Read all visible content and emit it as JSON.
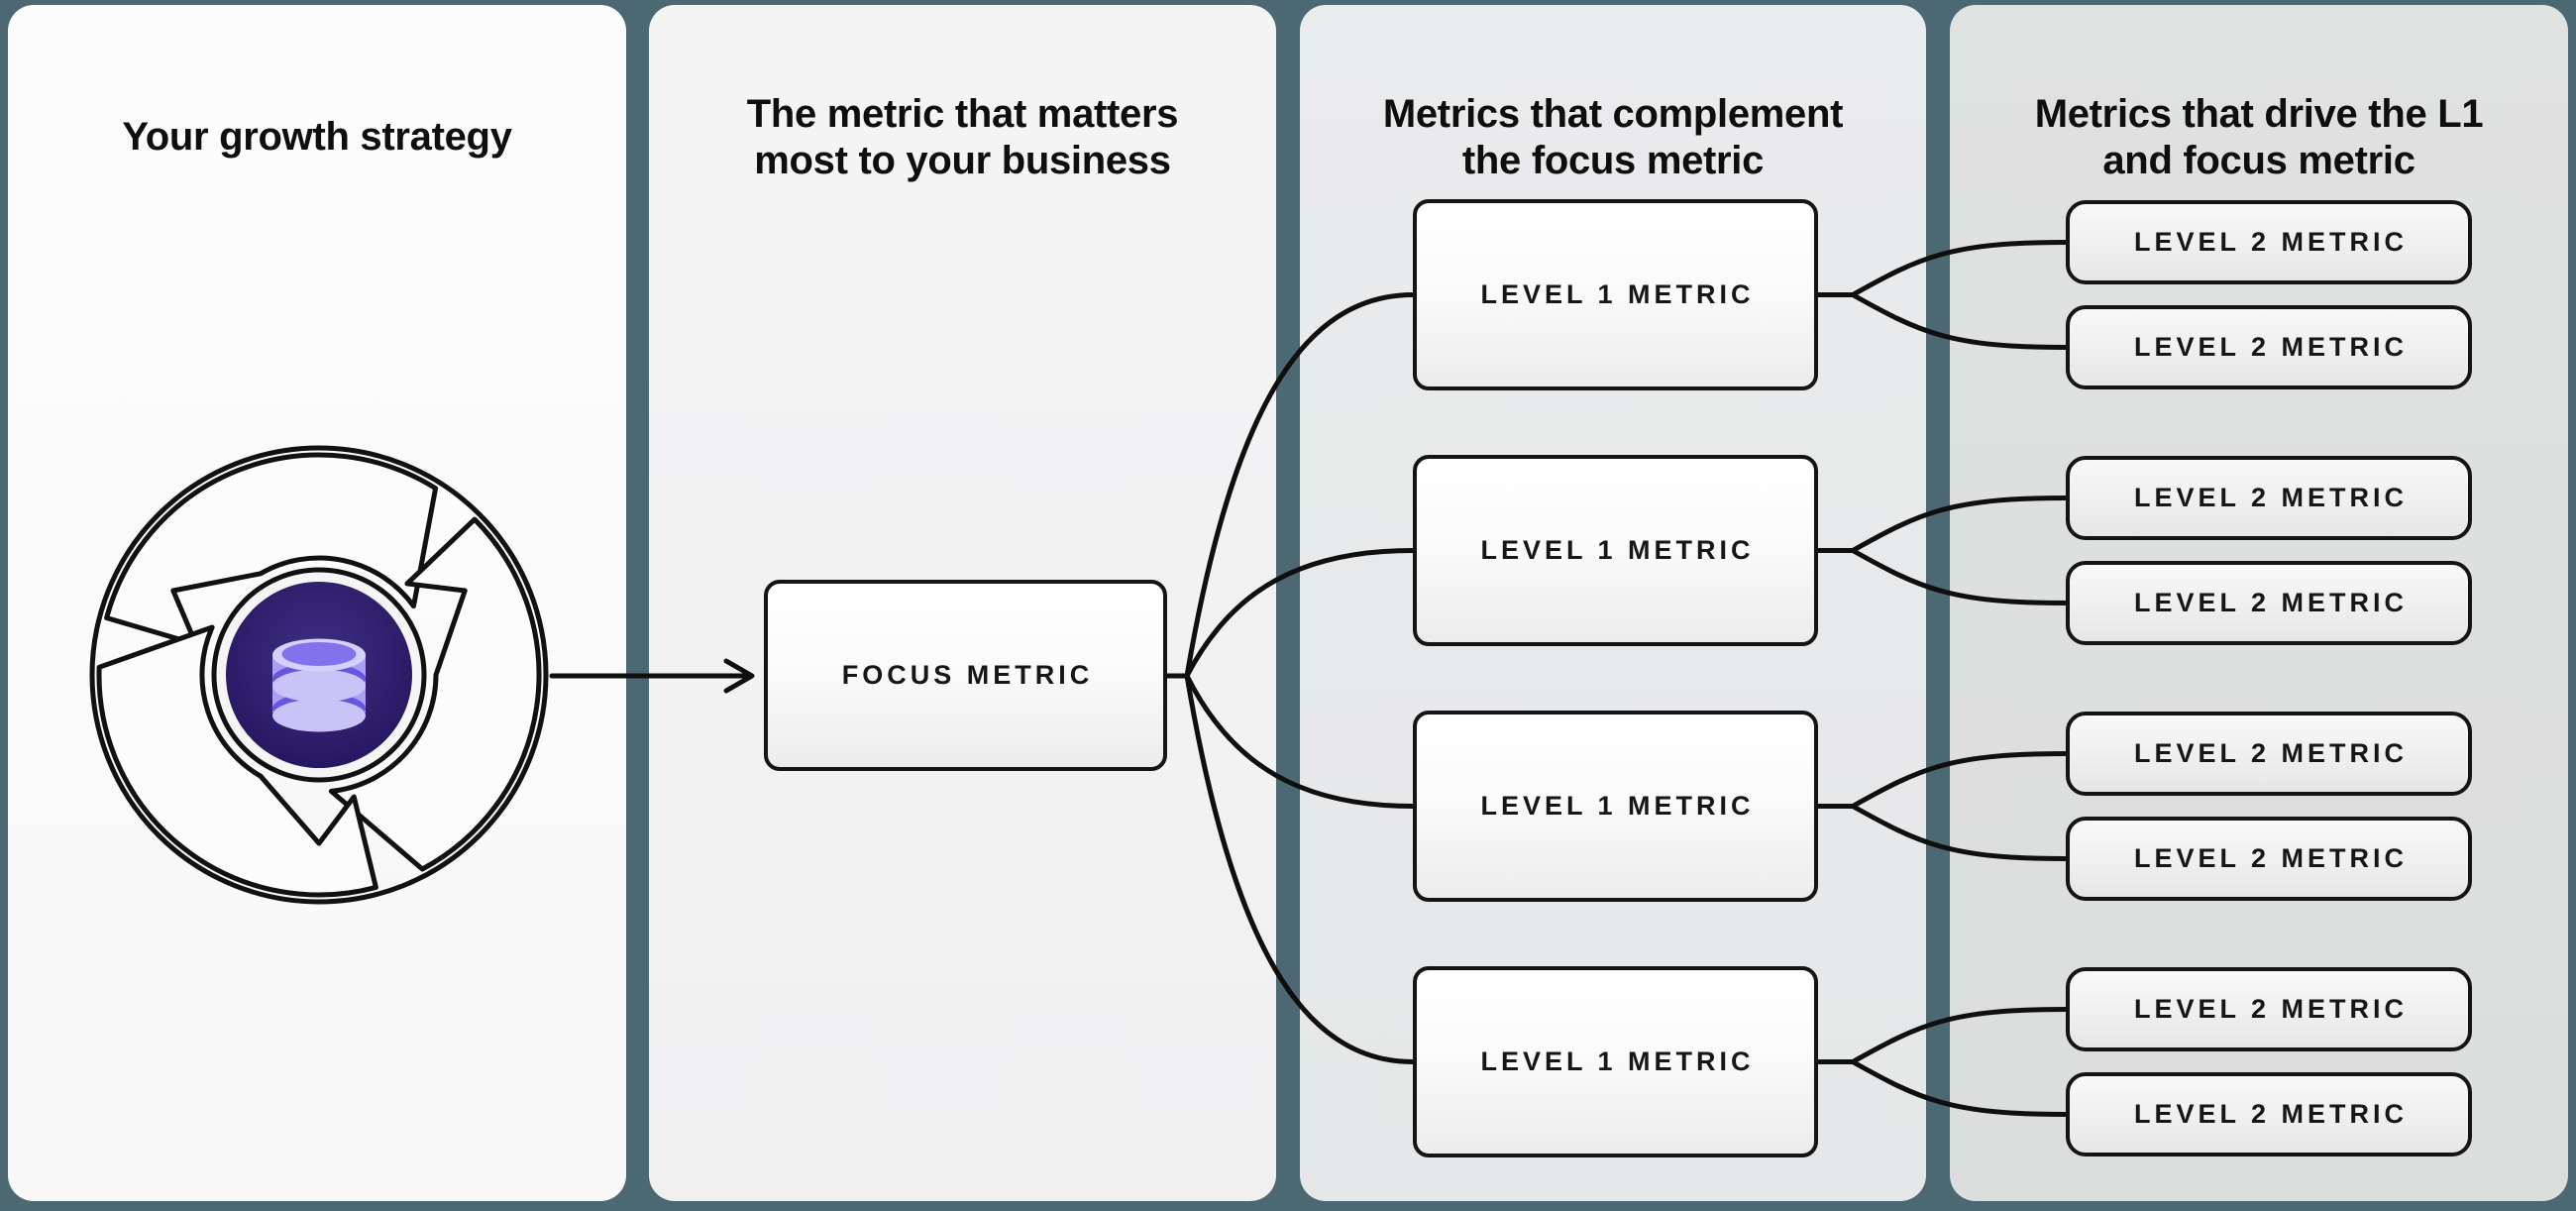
{
  "colors": {
    "background": "#4c6872",
    "panel_strategy": "#fbfbfb",
    "panel_focus": "#f3f3f4",
    "panel_complement": "#e9eaeb",
    "panel_drivers": "#dfe0e0",
    "connector_line": "#0f0f0f",
    "node_border": "#141414",
    "hub_purple_center": "#3b2b7d",
    "hub_purple_edge": "#251663",
    "disc_lavender": "#c9c3f8",
    "disc_purple": "#8471ec"
  },
  "panels": [
    {
      "name": "growth-strategy",
      "title_lines": [
        "Your growth strategy"
      ]
    },
    {
      "name": "focus-metric",
      "title_lines": [
        "The metric that matters",
        "most to your business"
      ]
    },
    {
      "name": "complement-metrics",
      "title_lines": [
        "Metrics that complement",
        "the focus metric"
      ]
    },
    {
      "name": "driver-metrics",
      "title_lines": [
        "Metrics that drive the L1",
        "and focus metric"
      ]
    }
  ],
  "labels": {
    "focus": "FOCUS METRIC",
    "level1": "LEVEL 1 METRIC",
    "level2": "LEVEL 2 METRIC"
  },
  "icon": {
    "name": "growth-flywheel-with-database"
  }
}
